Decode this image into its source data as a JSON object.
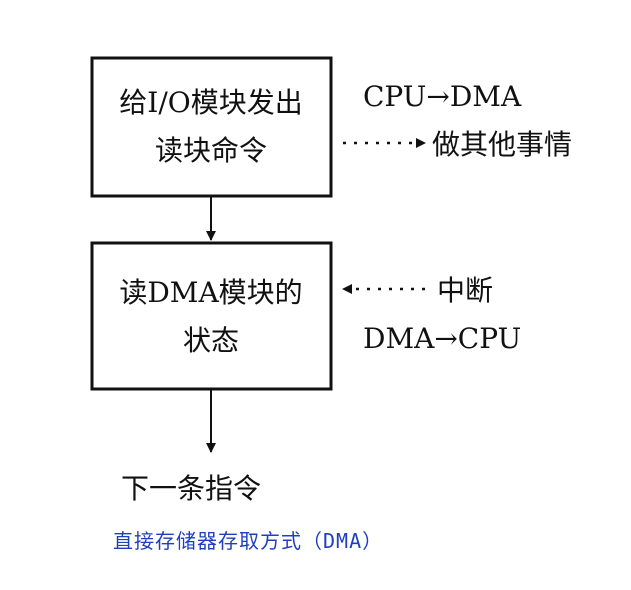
{
  "diagram": {
    "box1": {
      "line1": "给I/O模块发出",
      "line2": "读块命令"
    },
    "box2": {
      "line1": "读DMA模块的",
      "line2": "状态"
    },
    "labels": {
      "cpu_to_dma": "CPU→DMA",
      "do_other_things": "做其他事情",
      "interrupt": "中断",
      "dma_to_cpu": "DMA→CPU",
      "next_instruction": "下一条指令"
    },
    "caption": "直接存储器存取方式（DMA）",
    "colors": {
      "line": "#111111",
      "caption": "#1f3fbf"
    }
  }
}
